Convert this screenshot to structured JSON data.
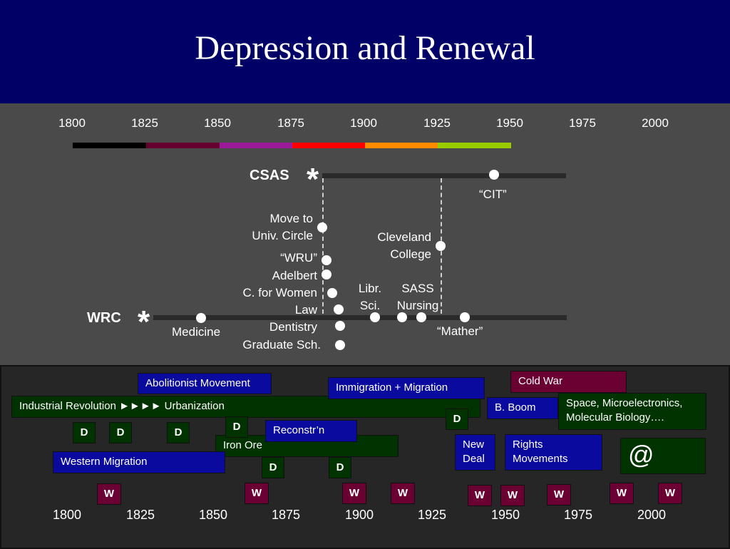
{
  "title": "Depression and Renewal",
  "top_axis": [
    "1800",
    "1825",
    "1850",
    "1875",
    "1900",
    "1925",
    "1950",
    "1975",
    "2000"
  ],
  "era_colors": [
    "#000000",
    "#66002e",
    "#9a1a9a",
    "#ff0000",
    "#ff8c00",
    "#99cc00"
  ],
  "track_labels": {
    "csas": "CSAS",
    "wrc": "WRC",
    "star": "*"
  },
  "events": {
    "cit": "“CIT”",
    "move_univ_circle": [
      "Move to",
      "Univ. Circle"
    ],
    "cleveland_college": [
      "Cleveland",
      "College"
    ],
    "wru": "“WRU”",
    "adelbert": "Adelbert",
    "c_for_women": "C. for Women",
    "law": "Law",
    "dentistry": "Dentistry",
    "graduate_sch": "Graduate Sch.",
    "medicine": "Medicine",
    "libr_sci": [
      "Libr.",
      "Sci."
    ],
    "sass_nursing": [
      "SASS",
      "Nursing"
    ],
    "mather": "“Mather”"
  },
  "context_boxes": {
    "abolitionist": "Abolitionist Movement",
    "industrial": "Industrial Revolution  ►►►► Urbanization",
    "immigration": "Immigration + Migration",
    "cold_war": "Cold War",
    "space": [
      "Space, Microelectronics,",
      "Molecular Biology…."
    ],
    "b_boom": "B. Boom",
    "reconstrn": "Reconstr’n",
    "iron_ore": "Iron Ore",
    "new_deal": [
      "New",
      "Deal"
    ],
    "rights": [
      "Rights",
      "Movements"
    ],
    "western_migration": "Western Migration",
    "at_symbol": "@"
  },
  "d_label": "D",
  "w_label": "W",
  "bottom_axis": [
    "1800",
    "1825",
    "1850",
    "1875",
    "1900",
    "1925",
    "1950",
    "1975",
    "2000"
  ]
}
